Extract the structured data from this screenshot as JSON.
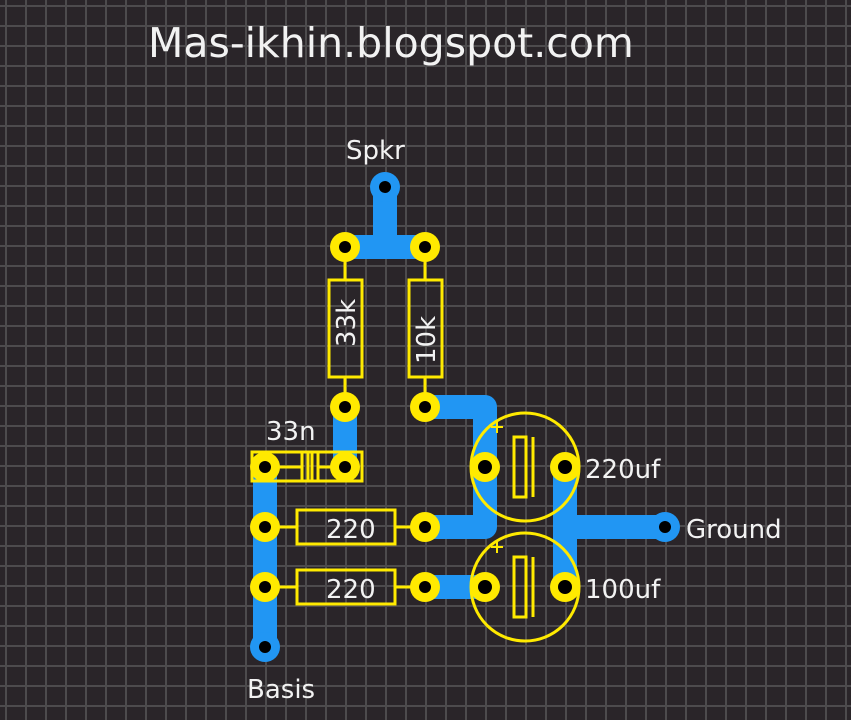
{
  "title": "Mas-ikhin.blogspot.com",
  "colors": {
    "background": "#2a2529",
    "grid": "#4d4b4d",
    "trace": "#2196f3",
    "component_silkscreen": "#ffea00",
    "text": "#f2f2f2"
  },
  "connectors": {
    "spkr": "Spkr",
    "ground": "Ground",
    "basis": "Basis"
  },
  "components": {
    "r1": {
      "label": "33k",
      "type": "resistor"
    },
    "r2": {
      "label": "10k",
      "type": "resistor"
    },
    "c1": {
      "label": "33n",
      "type": "capacitor"
    },
    "r3": {
      "label": "220",
      "type": "resistor"
    },
    "r4": {
      "label": "220",
      "type": "resistor"
    },
    "c2": {
      "label": "220uf",
      "type": "electrolytic-capacitor",
      "polarity": "+"
    },
    "c3": {
      "label": "100uf",
      "type": "electrolytic-capacitor",
      "polarity": "+"
    }
  }
}
